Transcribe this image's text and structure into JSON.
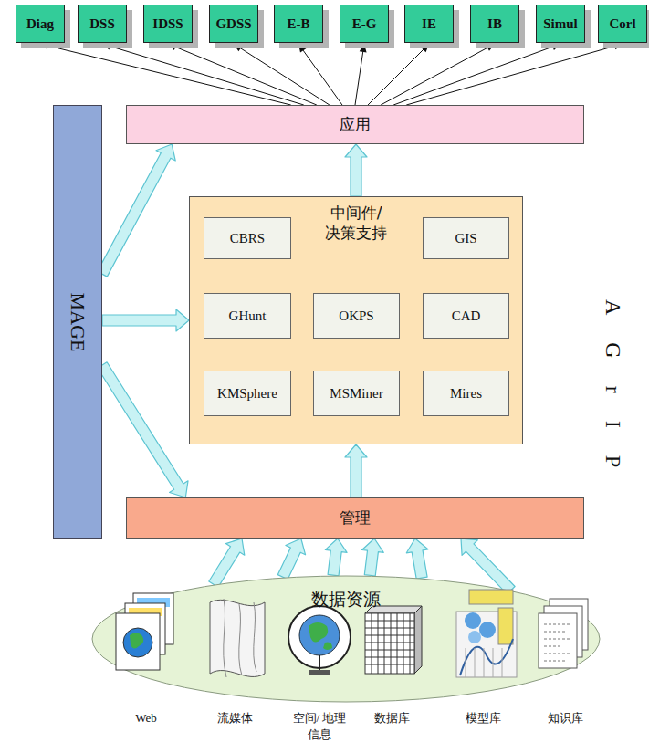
{
  "diagram": {
    "nodes": [
      {
        "text": [
          "Diag"
        ]
      },
      {
        "text": [
          "DSS"
        ]
      },
      {
        "text": [
          "IDSS"
        ]
      },
      {
        "text": [
          "GDSS"
        ]
      },
      {
        "text": [
          "E-B"
        ]
      },
      {
        "text": [
          "E-G"
        ]
      },
      {
        "text": [
          "IE"
        ]
      },
      {
        "text": [
          "IB"
        ]
      },
      {
        "text": [
          "Simul"
        ]
      },
      {
        "text": [
          "Corl"
        ]
      },
      {
        "text": [
          "应用"
        ]
      },
      {
        "text": [
          "MAGE"
        ]
      },
      {
        "text": [
          "中间件/ 决策支持"
        ]
      },
      {
        "text": [
          "CBRS"
        ],
        "in": 12
      },
      {
        "text": [
          "GIS"
        ],
        "in": 12
      },
      {
        "text": [
          "GHunt"
        ],
        "in": 12
      },
      {
        "text": [
          "OKPS"
        ],
        "in": 12
      },
      {
        "text": [
          "CAD"
        ],
        "in": 12
      },
      {
        "text": [
          "KMSphere"
        ],
        "in": 12
      },
      {
        "text": [
          "MSMiner"
        ],
        "in": 12
      },
      {
        "text": [
          "Mires"
        ],
        "in": 12
      },
      {
        "text": [
          "管理"
        ]
      },
      {
        "text": [
          "数据资源"
        ]
      }
    ],
    "edges": [
      {
        "from": 10,
        "to": 0,
        "arrow": "to"
      },
      {
        "from": 10,
        "to": 1,
        "arrow": "to"
      },
      {
        "from": 10,
        "to": 2,
        "arrow": "to"
      },
      {
        "from": 10,
        "to": 3,
        "arrow": "to"
      },
      {
        "from": 10,
        "to": 4,
        "arrow": "to"
      },
      {
        "from": 10,
        "to": 5,
        "arrow": "to"
      },
      {
        "from": 10,
        "to": 6,
        "arrow": "to"
      },
      {
        "from": 10,
        "to": 7,
        "arrow": "to"
      },
      {
        "from": 10,
        "to": 8,
        "arrow": "to"
      },
      {
        "from": 10,
        "to": 9,
        "arrow": "to"
      },
      {
        "from": 12,
        "to": 10,
        "arrow": "to"
      },
      {
        "from": 21,
        "to": 12,
        "arrow": "to"
      },
      {
        "from": 11,
        "to": 10,
        "arrow": "to"
      },
      {
        "from": 11,
        "to": 12,
        "arrow": "to"
      },
      {
        "from": 11,
        "to": 21,
        "arrow": "to"
      },
      {
        "from": 22,
        "to": 21,
        "arrow": "to"
      },
      {
        "from": 22,
        "to": 21,
        "arrow": "to"
      },
      {
        "from": 22,
        "to": 21,
        "arrow": "to"
      },
      {
        "from": 22,
        "to": 21,
        "arrow": "to"
      },
      {
        "from": 22,
        "to": 21,
        "arrow": "to"
      },
      {
        "from": 22,
        "to": 21,
        "arrow": "to"
      }
    ],
    "labels": [
      "AGrIP",
      "Web",
      "流媒体",
      "空间/ 地理信息",
      "数据库",
      "模型库",
      "知识库"
    ]
  }
}
